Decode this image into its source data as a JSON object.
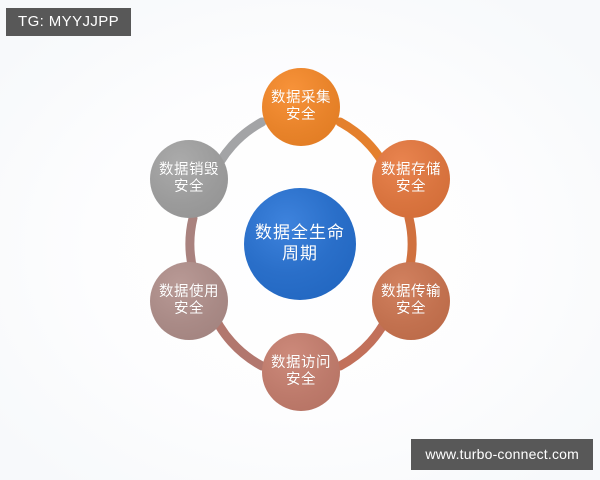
{
  "badges": {
    "tg": "TG: MYYJJPP",
    "watermark": "www.turbo-connect.com"
  },
  "diagram": {
    "type": "cycle",
    "center": {
      "label": "数据全生命周期",
      "color": "#2a6fc9"
    },
    "nodes": [
      {
        "label": "数据采集安全",
        "color": "#e8832a",
        "position": "top"
      },
      {
        "label": "数据存储安全",
        "color": "#d9743f",
        "position": "upper-right"
      },
      {
        "label": "数据传输安全",
        "color": "#c2714f",
        "position": "lower-right"
      },
      {
        "label": "数据访问安全",
        "color": "#bd7a6b",
        "position": "bottom"
      },
      {
        "label": "数据使用安全",
        "color": "#a98a86",
        "position": "lower-left"
      },
      {
        "label": "数据销毁安全",
        "color": "#9b9b9b",
        "position": "upper-left"
      }
    ],
    "arcs": [
      {
        "from": "数据销毁安全",
        "to": "数据采集安全",
        "color": "#a3a4a6"
      },
      {
        "from": "数据采集安全",
        "to": "数据存储安全",
        "color": "#e4802d"
      },
      {
        "from": "数据存储安全",
        "to": "数据传输安全",
        "color": "#d0713f"
      },
      {
        "from": "数据传输安全",
        "to": "数据访问安全",
        "color": "#c2705a"
      },
      {
        "from": "数据访问安全",
        "to": "数据使用安全",
        "color": "#b2776e"
      },
      {
        "from": "数据使用安全",
        "to": "数据销毁安全",
        "color": "#a9827e"
      }
    ]
  }
}
